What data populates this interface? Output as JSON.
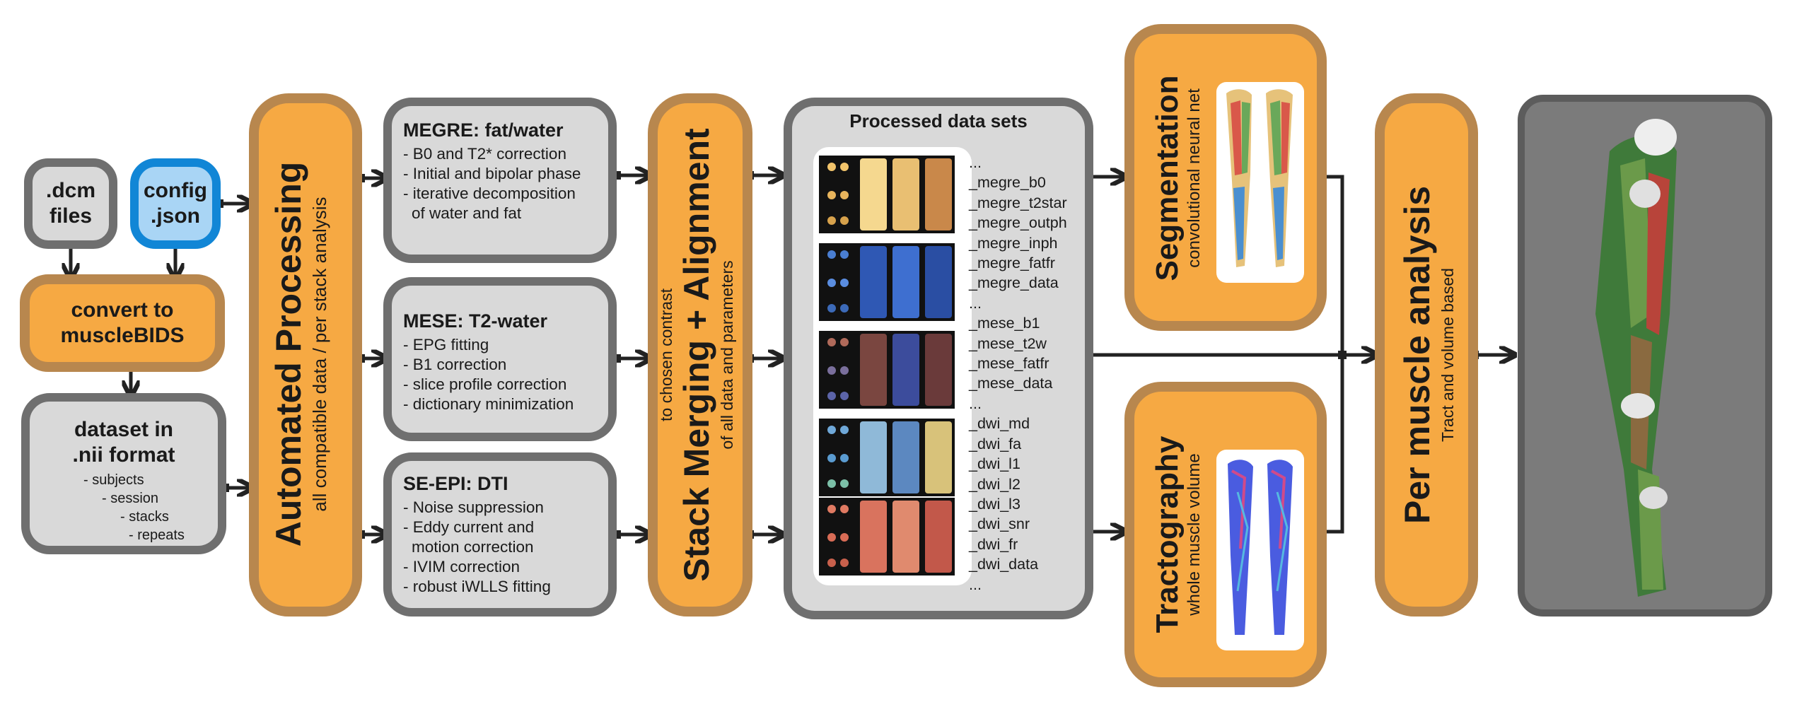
{
  "inputs": {
    "dcm": "files",
    "dcm_prefix": ".dcm",
    "config_line1": "config",
    "config_line2": ".json",
    "convert_line1": "convert to",
    "convert_line2": "muscleBIDS",
    "nii_title_line1": "dataset in",
    "nii_title_line2": ".nii format",
    "nii_items": [
      "- subjects",
      "- session",
      "- stacks",
      "- repeats"
    ]
  },
  "automated": {
    "title": "Automated Processing",
    "sub": "all compatible data  / per stack analysis"
  },
  "processing": [
    {
      "title": "MEGRE: fat/water",
      "items": [
        "- B0 and T2* correction",
        "- Initial and bipolar phase",
        "- iterative decomposition",
        "  of water and fat"
      ]
    },
    {
      "title": "MESE: T2-water",
      "items": [
        "- EPG fitting",
        "- B1 correction",
        "- slice profile correction",
        "- dictionary minimization"
      ]
    },
    {
      "title": "SE-EPI: DTI",
      "items": [
        "- Noise suppression",
        "- Eddy current and",
        "  motion correction",
        "- IVIM correction",
        "- robust iWLLS fitting"
      ]
    }
  ],
  "stack": {
    "title": "Stack Merging + Alignment",
    "sub1": "to chosen contrast",
    "sub2": "of all data and parameters"
  },
  "processed": {
    "title": "Processed data sets",
    "items": [
      "...",
      "_megre_b0",
      "_megre_t2star",
      "_megre_outph",
      "_megre_inph",
      "_megre_fatfr",
      "_megre_data",
      "...",
      "_mese_b1",
      "_mese_t2w",
      "_mese_fatfr",
      "_mese_data",
      "...",
      "_dwi_md",
      "_dwi_fa",
      "_dwi_l1",
      "_dwi_l2",
      "_dwi_l3",
      "_dwi_snr",
      "_dwi_fr",
      "_dwi_data",
      "..."
    ]
  },
  "segmentation": {
    "title": "Segmentation",
    "sub": "convolutional neural net"
  },
  "tractography": {
    "title": "Tractography",
    "sub": "whole muscle volume"
  },
  "per_muscle": {
    "title": "Per muscle analysis",
    "sub": "Tract and volume based"
  },
  "colors": {
    "orange_fill": "#f6a943",
    "orange_border": "#b8874e",
    "grey_fill": "#d9d9d9",
    "grey_border": "#6f6f6f",
    "blue_fill": "#a9d5f5",
    "blue_border": "#1186d6"
  }
}
